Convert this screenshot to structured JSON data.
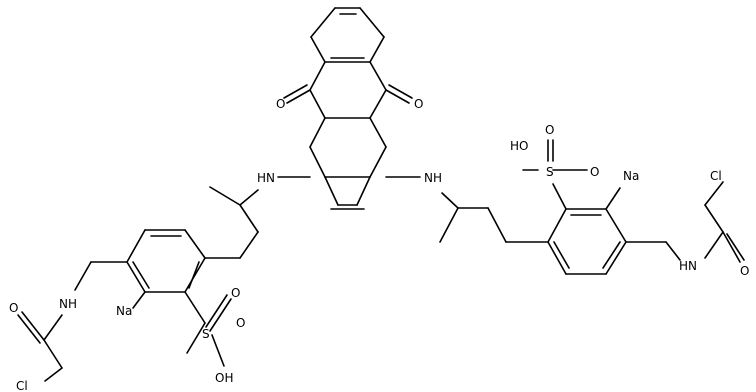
{
  "labels": {
    "o_ketone_left": "O",
    "o_ketone_right": "O",
    "nh_left": "HN",
    "nh_right": "NH",
    "na_left": "Na",
    "na_right": "Na",
    "so3h_left_s": "S",
    "so3h_left_o_up": "O",
    "so3h_left_o_right": "O",
    "so3h_left_oh": "OH",
    "so3h_right_s": "S",
    "so3h_right_o_up": "O",
    "so3h_right_o_down": "O",
    "so3h_right_ho": "HO",
    "amide_left_nh": "NH",
    "amide_left_o": "O",
    "amide_left_cl": "Cl",
    "amide_right_nh": "HN",
    "amide_right_o": "O",
    "amide_right_cl": "Cl"
  }
}
